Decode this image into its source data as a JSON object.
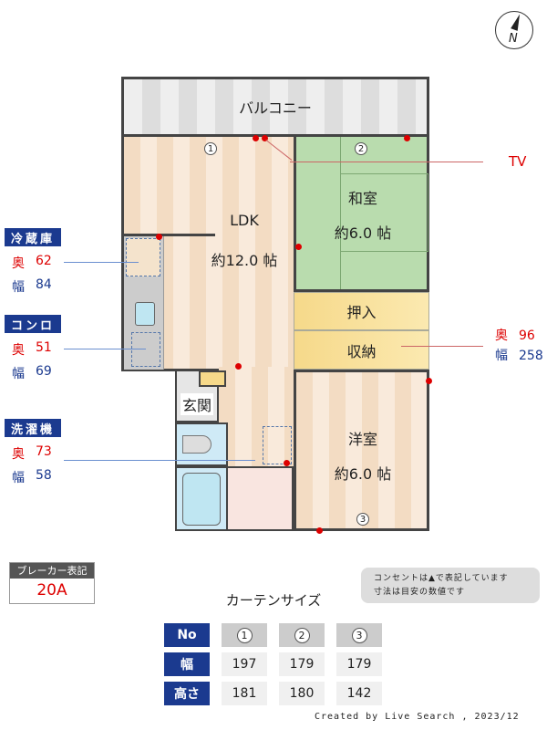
{
  "compass": {
    "label": "N"
  },
  "rooms": {
    "balcony": "バルコニー",
    "ldk": "LDK",
    "ldk_size": "約12.0 帖",
    "washitsu": "和室",
    "washitsu_size": "約6.0 帖",
    "oshiire": "押入",
    "shuno": "収納",
    "genkan": "玄関",
    "yoshitsu": "洋室",
    "yoshitsu_size": "約6.0 帖"
  },
  "windows": [
    "1",
    "2",
    "3"
  ],
  "appliances": [
    {
      "name": "冷蔵庫",
      "depth_label": "奥",
      "depth": "62",
      "width_label": "幅",
      "width": "84"
    },
    {
      "name": "コンロ",
      "depth_label": "奥",
      "depth": "51",
      "width_label": "幅",
      "width": "69"
    },
    {
      "name": "洗濯機",
      "depth_label": "奥",
      "depth": "73",
      "width_label": "幅",
      "width": "58"
    }
  ],
  "tv": "TV",
  "closet_size": {
    "depth_label": "奥",
    "depth": "96",
    "width_label": "幅",
    "width": "258"
  },
  "breaker": {
    "title": "ブレーカー表記",
    "value": "20A"
  },
  "notes": [
    "コンセントは▲で表記しています",
    "寸法は目安の数値です"
  ],
  "curtain": {
    "title": "カーテンサイズ",
    "headers": [
      "No",
      "幅",
      "高さ"
    ],
    "cols": [
      {
        "no": "1",
        "width": "197",
        "height": "181"
      },
      {
        "no": "2",
        "width": "179",
        "height": "180"
      },
      {
        "no": "3",
        "width": "179",
        "height": "142"
      }
    ]
  },
  "credit": "Created by Live Search , 2023/12",
  "colors": {
    "accent": "#1b3a8f",
    "outlet": "#dd0000"
  }
}
